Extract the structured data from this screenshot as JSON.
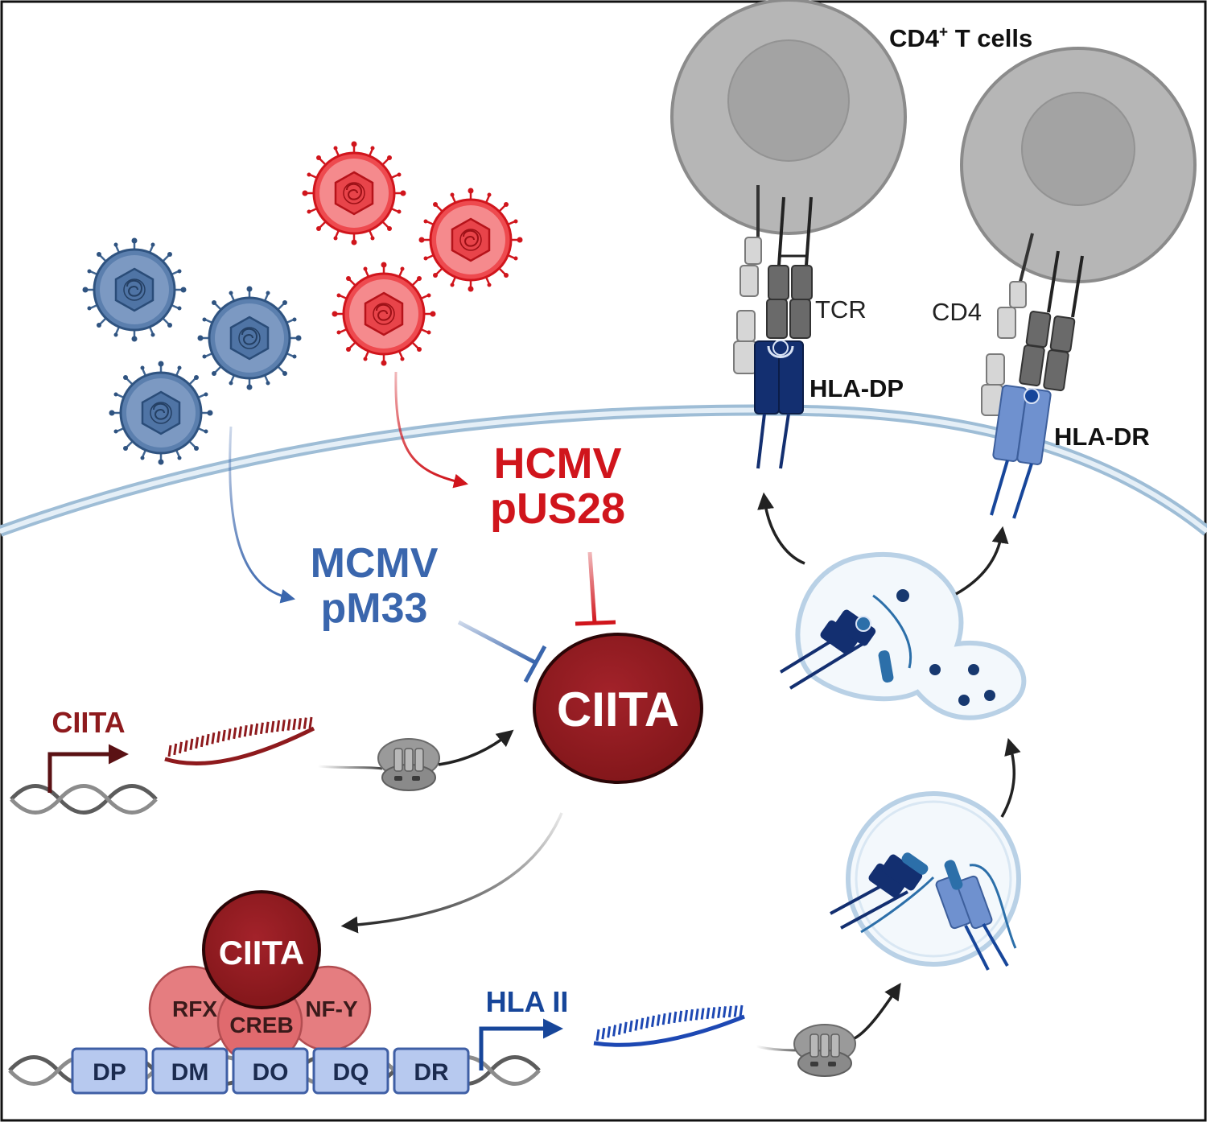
{
  "labels": {
    "cd4_t_cells": "CD4",
    "cd4_t_cells_sup": "+",
    "cd4_t_cells_suffix": " T cells",
    "tcr": "TCR",
    "cd4": "CD4",
    "hla_dp": "HLA-DP",
    "hla_dr": "HLA-DR",
    "hcmv_line1": "HCMV",
    "hcmv_line2": "pUS28",
    "mcmv_line1": "MCMV",
    "mcmv_line2": "pM33",
    "ciita_main": "CIITA",
    "ciita_gene": "CIITA",
    "ciita_complex": "CIITA",
    "rfx": "RFX",
    "creb": "CREB",
    "nfy": "NF-Y",
    "hla_ii": "HLA II",
    "genes": [
      "DP",
      "DM",
      "DO",
      "DQ",
      "DR"
    ]
  },
  "colors": {
    "hcmv_red": "#d0151c",
    "mcmv_blue": "#3a66ad",
    "ciita_dark_red": "#8e1a1d",
    "factor_pink": "#e57d80",
    "hla_ii_blue": "#17469a",
    "gene_box": "#b7c9ef",
    "membrane": "#c9dbea",
    "tcell_gray": "#b6b6b6",
    "hla_dp_navy": "#132f70",
    "hla_dr_blue": "#6f91cf"
  },
  "icons": {
    "red_virus": "red-virus-icon",
    "blue_virus": "blue-virus-icon",
    "ribosome": "ribosome-icon",
    "dna": "dna-helix-icon",
    "mrna": "mrna-icon",
    "vesicle": "vesicle-icon",
    "t_cell": "t-cell-icon"
  }
}
